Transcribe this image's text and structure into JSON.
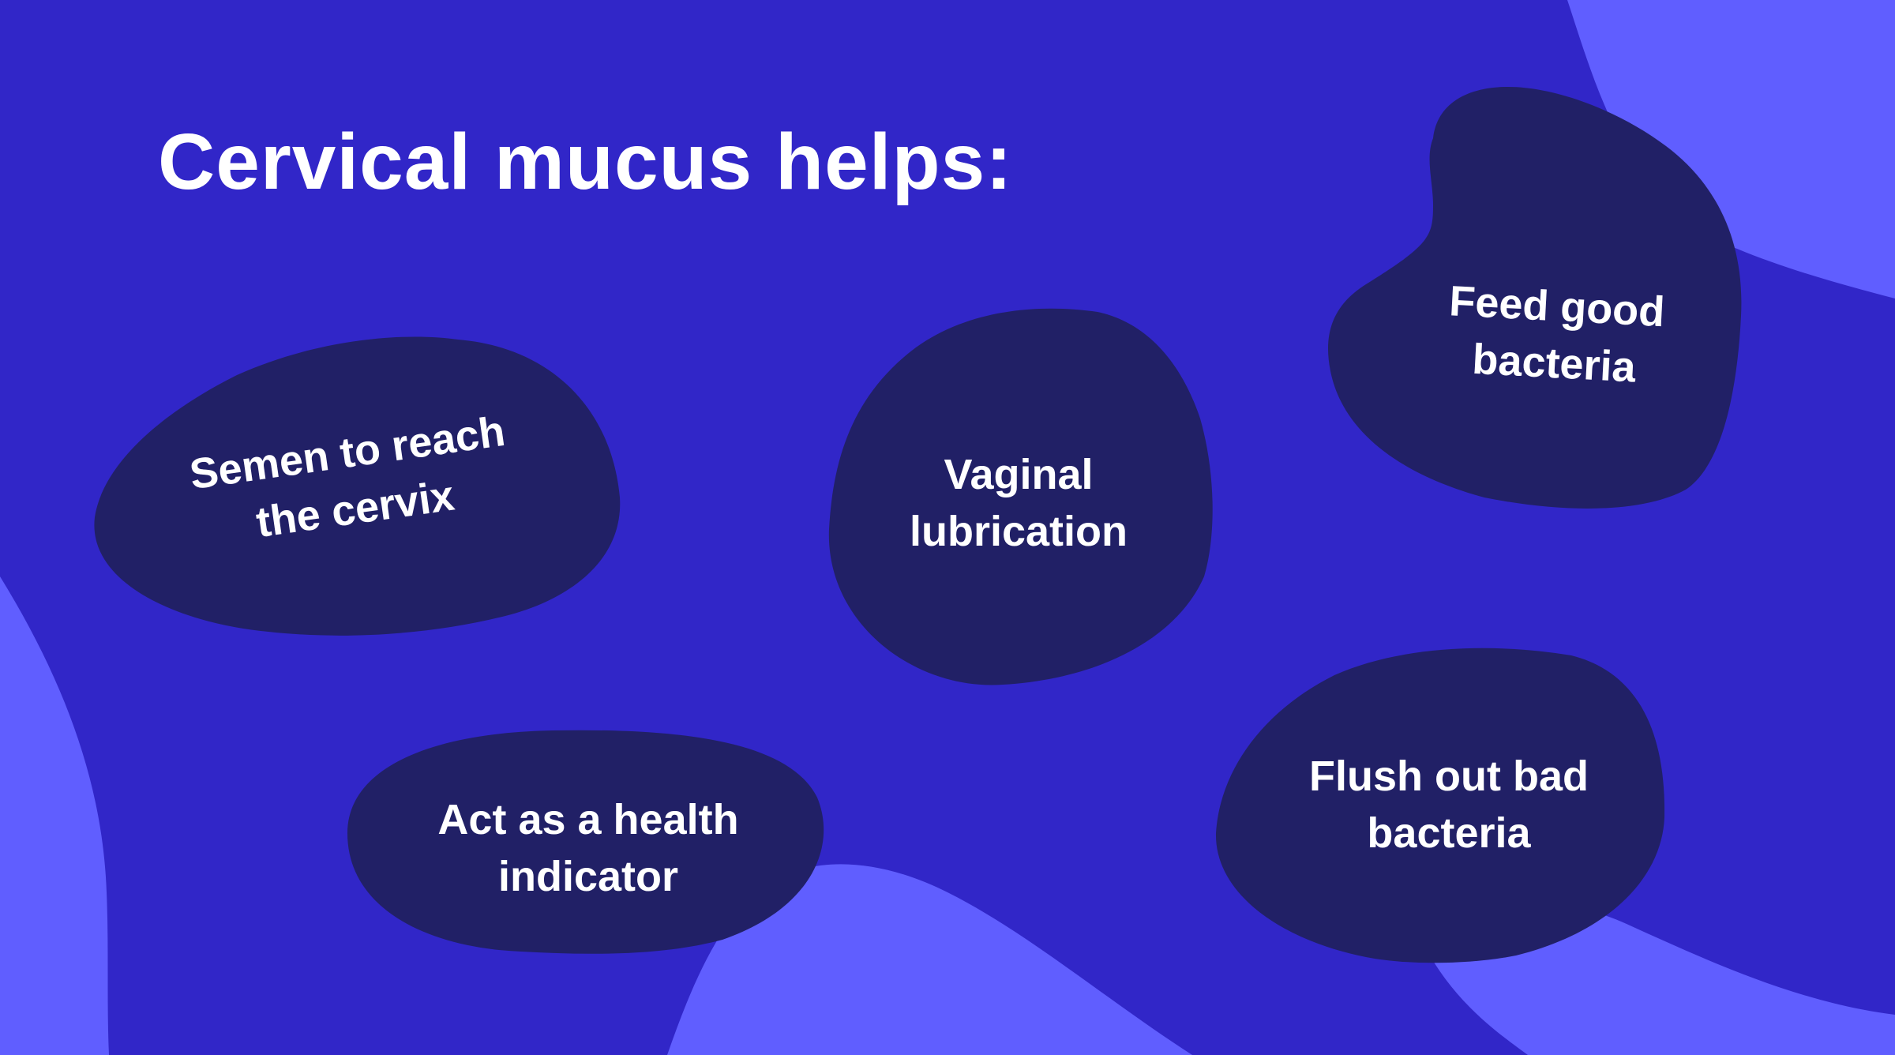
{
  "page": {
    "title": "Cervical mucus helps:"
  },
  "colors": {
    "background": "#3126C8",
    "accent_shape": "#605EFF",
    "blob": "#212066",
    "text": "#FFFFFF"
  },
  "items": [
    {
      "line1": "Semen to reach",
      "line2": "the cervix"
    },
    {
      "line1": "Vaginal",
      "line2": "lubrication"
    },
    {
      "line1": "Feed good",
      "line2": "bacteria"
    },
    {
      "line1": "Act as a health",
      "line2": "indicator"
    },
    {
      "line1": "Flush out bad",
      "line2": "bacteria"
    }
  ]
}
